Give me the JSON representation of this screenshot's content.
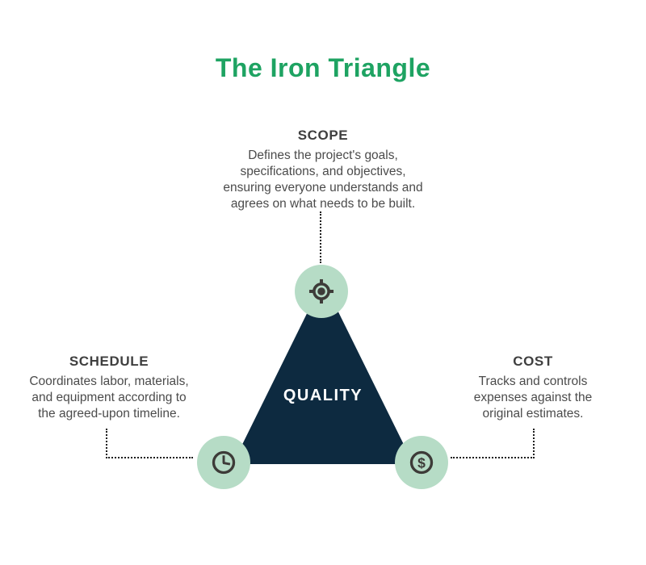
{
  "title": "The Iron Triangle",
  "center": {
    "label": "QUALITY"
  },
  "nodes": {
    "scope": {
      "heading": "SCOPE",
      "description": "Defines the project's goals,\nspecifications, and objectives,\nensuring everyone understands and\nagrees on what needs to be built.",
      "icon": "target-icon"
    },
    "schedule": {
      "heading": "SCHEDULE",
      "description": "Coordinates labor, materials,\nand equipment according to\nthe agreed-upon timeline.",
      "icon": "clock-icon"
    },
    "cost": {
      "heading": "COST",
      "description": "Tracks and controls\nexpenses against the\noriginal estimates.",
      "icon": "dollar-icon"
    }
  },
  "colors": {
    "accent-green": "#1ea362",
    "triangle-navy": "#0d2a40",
    "circle-mint": "#b6dcc6",
    "icon-dark": "#3d3b38",
    "heading-gray": "#3f3f3f",
    "body-gray": "#4b4b4b",
    "connector-dark": "#1c1c1c"
  }
}
